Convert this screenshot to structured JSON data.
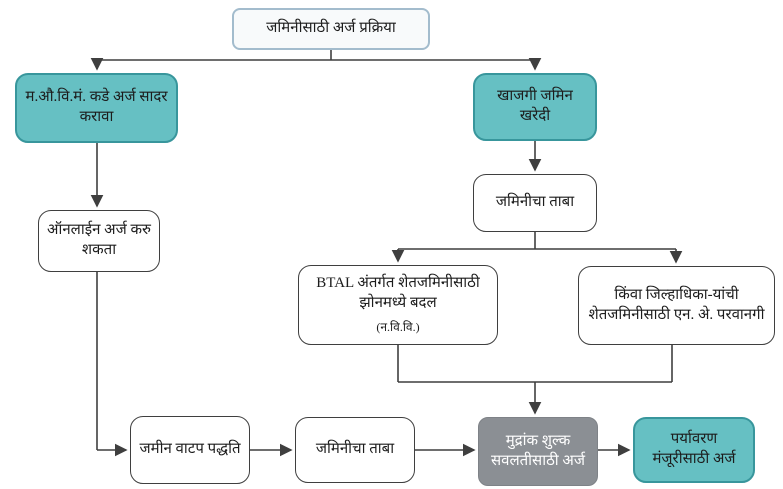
{
  "diagram": {
    "type": "flowchart",
    "nodes": {
      "start": {
        "label": "जमिनीसाठी अर्ज प्रक्रिया"
      },
      "midc_application": {
        "label": "म.औ.वि.मं. कडे अर्ज सादर करावा"
      },
      "private_purchase": {
        "label": "खाजगी जमिन खरेदी"
      },
      "online_application": {
        "label": "ऑनलाईन अर्ज करु शकता"
      },
      "land_possession_1": {
        "label": "जमिनीचा ताबा"
      },
      "btal_zone_change": {
        "label": "BTAL अंतर्गत शेतजमिनीसाठी झोनमध्ये बदल",
        "sublabel": "(न.वि.वि.)"
      },
      "collector_permission": {
        "label": "किंवा जिल्हाधिका-यांची शेतजमिनीसाठी एन. अे. परवानगी"
      },
      "land_allotment": {
        "label": "जमीन वाटप पद्धति"
      },
      "land_possession_2": {
        "label": "जमिनीचा ताबा"
      },
      "stamp_duty": {
        "label": "मुद्रांक शुल्क सवलतीसाठी अर्ज"
      },
      "environment_clearance": {
        "label": "पर्यावरण मंजूरीसाठी अर्ज"
      }
    },
    "colors": {
      "teal_fill": "#66c0c3",
      "teal_border": "#38969c",
      "gray_fill": "#8b8f94",
      "start_fill": "#f8fafb",
      "start_border": "#a3bccd",
      "white_fill": "#ffffff",
      "box_border": "#3f3f3f",
      "connector": "#3f3f3f",
      "text_dark": "#1c1c1c",
      "text_light": "#ffffff"
    }
  }
}
